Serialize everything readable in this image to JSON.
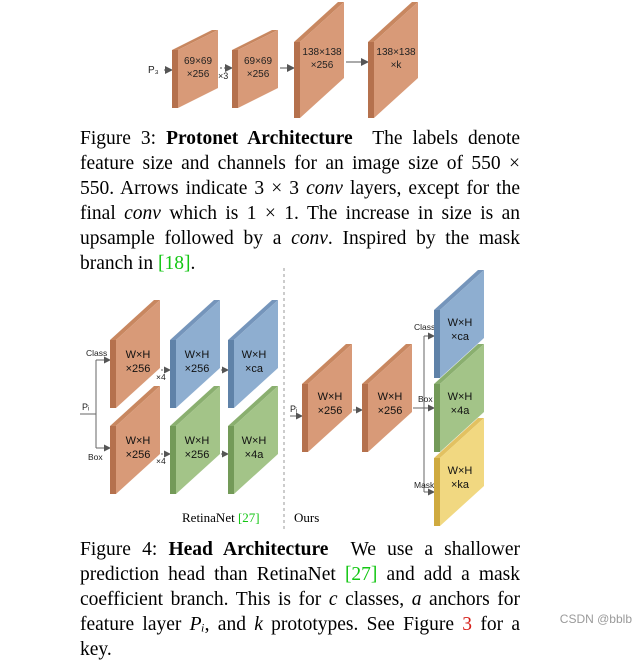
{
  "figure3": {
    "input_label": "P₃",
    "blocks": [
      {
        "line1": "69×69",
        "line2": "×256"
      },
      {
        "line1": "69×69",
        "line2": "×256"
      },
      {
        "line1": "138×138",
        "line2": "×256"
      },
      {
        "line1": "138×138",
        "line2": "×k"
      }
    ],
    "repeat_label": "×3",
    "caption": {
      "fig": "Figure 3:",
      "title": "Protonet Architecture",
      "t1": "The labels denote feature size and channels for an image size of 550 × 550. Arrows indicate 3 × 3 ",
      "conv1": "conv",
      "t2": " layers, except for the final ",
      "conv2": "conv",
      "t3": " which is 1 × 1. The increase in size is an upsample followed by a ",
      "conv3": "conv",
      "t4": ". Inspired by the mask branch in ",
      "ref": "[18]",
      "t5": "."
    }
  },
  "figure4": {
    "retina": {
      "input_label": "Pᵢ",
      "class_label": "Class",
      "box_label": "Box",
      "x4_top": "×4",
      "x4_bottom": "×4",
      "blocks": [
        {
          "line1": "W×H",
          "line2": "×256"
        },
        {
          "line1": "W×H",
          "line2": "×256"
        },
        {
          "line1": "W×H",
          "line2": "×ca"
        },
        {
          "line1": "W×H",
          "line2": "×256"
        },
        {
          "line1": "W×H",
          "line2": "×256"
        },
        {
          "line1": "W×H",
          "line2": "×4a"
        }
      ],
      "caption_text": "RetinaNet ",
      "caption_ref": "[27]"
    },
    "ours": {
      "input_label": "Pᵢ",
      "class_label": "Class",
      "box_label": "Box",
      "mask_label": "Mask",
      "blocks": [
        {
          "line1": "W×H",
          "line2": "×256"
        },
        {
          "line1": "W×H",
          "line2": "×256"
        },
        {
          "line1": "W×H",
          "line2": "×ca"
        },
        {
          "line1": "W×H",
          "line2": "×4a"
        },
        {
          "line1": "W×H",
          "line2": "×ka"
        }
      ],
      "caption_text": "Ours"
    },
    "caption": {
      "fig": "Figure 4:",
      "title": "Head Architecture",
      "t1": "We use a shallower prediction head than RetinaNet ",
      "ref1": "[27]",
      "t2": " and add a mask coefficient branch. This is for ",
      "c": "c",
      "t3": " classes, ",
      "a": "a",
      "t4": " anchors for feature layer ",
      "pi": "Pᵢ",
      "t5": ", and ",
      "k": "k",
      "t6": " prototypes. See Figure ",
      "xref": "3",
      "t7": " for a key."
    }
  },
  "colors": {
    "orange_face": "#d89a78",
    "orange_edge": "#b5714d",
    "blue_face": "#8eaed0",
    "blue_edge": "#5f82a8",
    "green_face": "#a3c488",
    "green_edge": "#739a58",
    "yellow_face": "#f1d881",
    "yellow_edge": "#cfaa3f"
  },
  "watermark": "CSDN @bblb"
}
